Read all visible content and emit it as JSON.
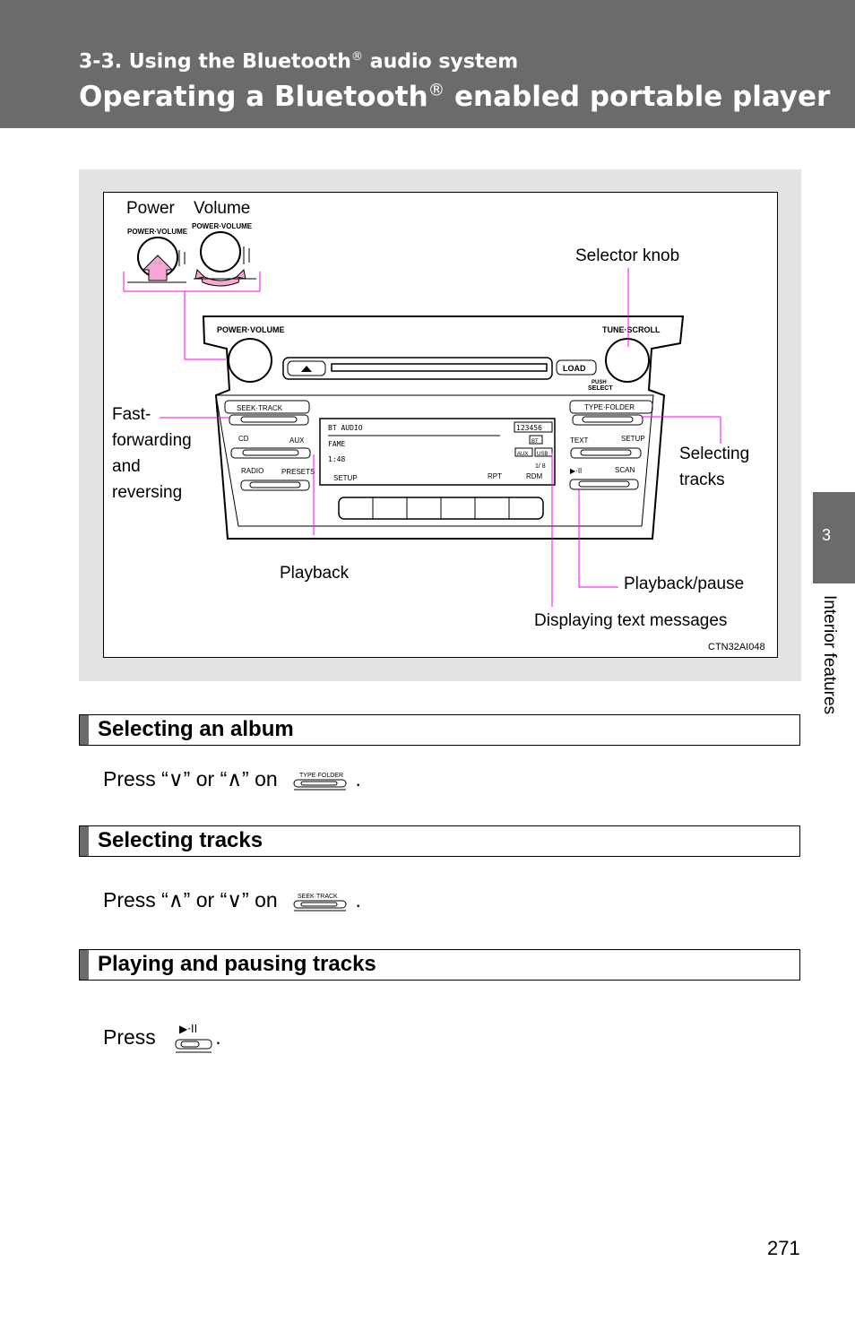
{
  "header": {
    "section_pre": "3-3. Using the Bluetooth",
    "section_post": " audio system",
    "title_pre": "Operating a Bluetooth",
    "title_post": " enabled portable player",
    "registered_mark": "®"
  },
  "figure": {
    "labels": {
      "power": "Power",
      "volume": "Volume",
      "selector_knob": "Selector knob",
      "fast_forwarding_1": "Fast-",
      "fast_forwarding_2": "forwarding",
      "fast_forwarding_3": "and",
      "fast_forwarding_4": "reversing",
      "selecting_tracks_1": "Selecting",
      "selecting_tracks_2": "tracks",
      "playback": "Playback",
      "playback_pause": "Playback/pause",
      "displaying_text": "Displaying text messages",
      "figure_code": "CTN32AI048"
    },
    "panel": {
      "power_volume": "POWER·VOLUME",
      "tune_scroll": "TUNE·SCROLL",
      "push_select_1": "PUSH",
      "push_select_2": "SELECT",
      "load": "LOAD",
      "seek_track": "SEEK·TRACK",
      "type_folder": "TYPE·FOLDER",
      "cd": "CD",
      "aux": "AUX",
      "radio": "RADIO",
      "presets": "PRESETS",
      "text": "TEXT",
      "setup": "SETUP",
      "scan": "SCAN",
      "play_pause": "▶·II"
    },
    "display": {
      "line1": "BT AUDIO",
      "line2": "FAME",
      "line3": "1:48",
      "setup": "SETUP",
      "rpt": "RPT",
      "rdm": "RDM",
      "track_count": "1/ 8",
      "presets_row": "123456",
      "bt": "BT",
      "aux": "AUX",
      "usb": "USB"
    }
  },
  "side_tab": {
    "number": "3",
    "label": "Interior features"
  },
  "sections": [
    {
      "heading": "Selecting an album",
      "press": "Press “∨” or “∧” on",
      "button_label": "TYPE·FOLDER",
      "end": "."
    },
    {
      "heading": "Selecting tracks",
      "press": "Press “∧” or “∨” on",
      "button_label": "SEEK·TRACK",
      "end": "."
    },
    {
      "heading": "Playing and pausing tracks",
      "press": "Press",
      "button_label": "▶·II",
      "end": "."
    }
  ],
  "page_number": "271",
  "colors": {
    "header_bg": "#6b6b6b",
    "figure_bg": "#e3e3e3",
    "callout": "#ff00ff",
    "callout_fill": "#f7a8d2"
  }
}
